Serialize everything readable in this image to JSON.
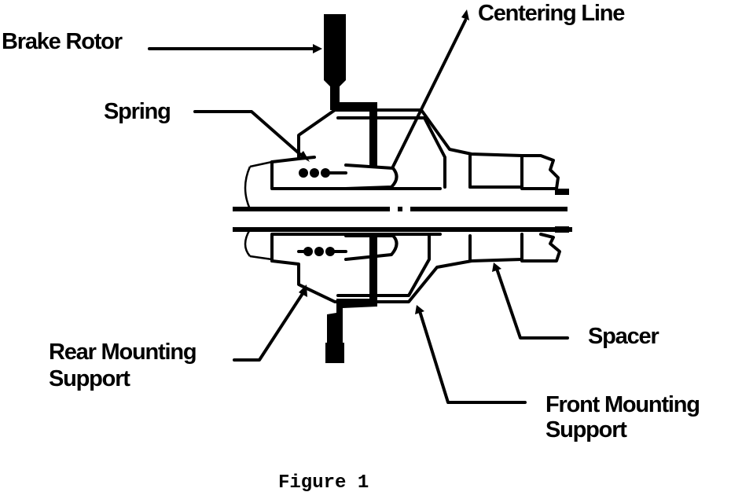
{
  "labels": {
    "brake_rotor": "Brake Rotor",
    "centering_line": "Centering Line",
    "spring": "Spring",
    "rear_mounting_support_1": "Rear Mounting",
    "rear_mounting_support_2": "Support",
    "spacer": "Spacer",
    "front_mounting_support_1": "Front Mounting",
    "front_mounting_support_2": "Support"
  },
  "caption": "Figure 1"
}
